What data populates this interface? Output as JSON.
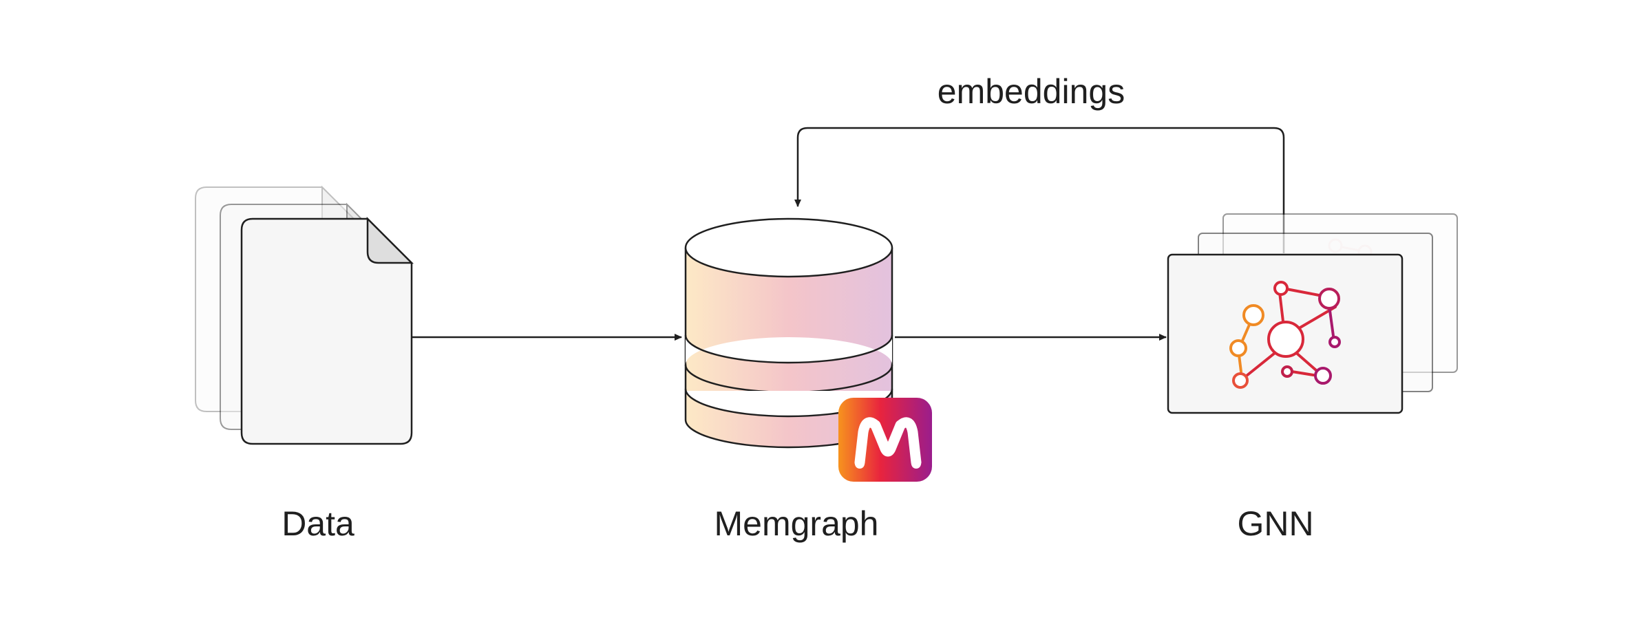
{
  "nodes": {
    "data": {
      "label": "Data"
    },
    "memgraph": {
      "label": "Memgraph"
    },
    "gnn": {
      "label": "GNN"
    }
  },
  "edges": {
    "feedback": {
      "label": "embeddings"
    }
  },
  "colors": {
    "stroke": "#1f1f1f",
    "doc_fill": "#f6f6f6",
    "doc_fold": "#dedede",
    "cyl_grad_start": "#fde9c6",
    "cyl_grad_mid": "#f4c5c9",
    "cyl_grad_end": "#e3c2de",
    "logo_grad_start": "#f7931e",
    "logo_grad_mid": "#e8243e",
    "logo_grad_end": "#9a1d8c",
    "graph_orange": "#f08a24",
    "graph_red": "#d8283a",
    "graph_magenta": "#a8196c"
  },
  "icons": {
    "data": "document-stack-icon",
    "memgraph": "database-cylinder-icon",
    "memgraph_logo": "memgraph-logo-icon",
    "gnn": "graph-network-icon"
  }
}
